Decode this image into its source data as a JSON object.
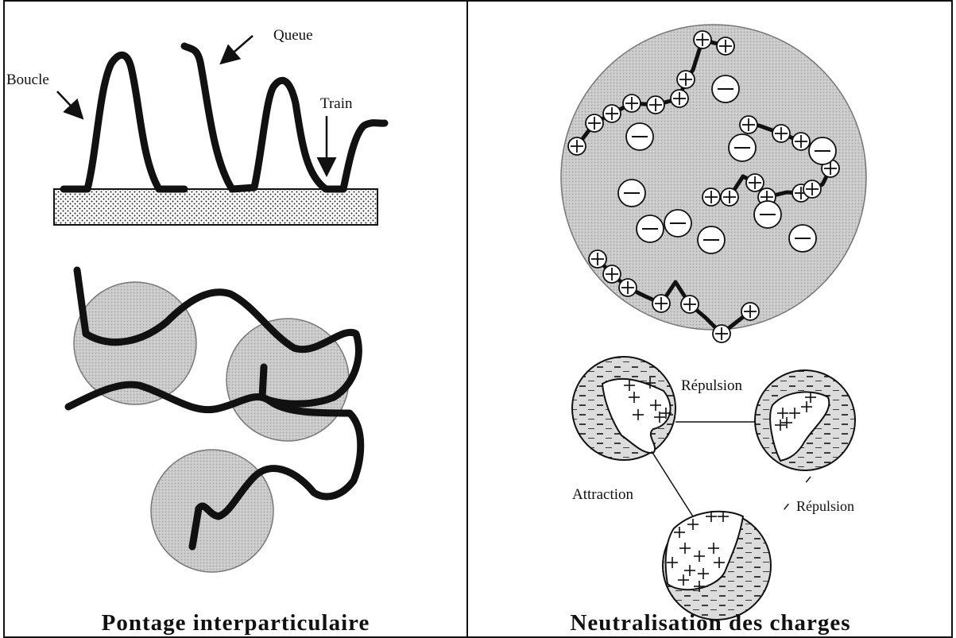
{
  "left_panel": {
    "caption": "Pontage interparticulaire",
    "labels": {
      "loop": "Boucle",
      "tail": "Queue",
      "train": "Train"
    }
  },
  "right_panel": {
    "caption": "Neutralisation des charges",
    "labels": {
      "repulsion_top": "Répulsion",
      "attraction": "Attraction",
      "repulsion_right": "Répulsion"
    }
  },
  "colors": {
    "particle_fill": "#c8c8c8",
    "big_particle_fill": "#c2c2c2",
    "surface_fill": "#d8d8d8",
    "polymer": "#111111",
    "border": "#111111"
  },
  "icons": [
    "plus-charge-icon",
    "minus-charge-icon",
    "arrow-icon"
  ]
}
